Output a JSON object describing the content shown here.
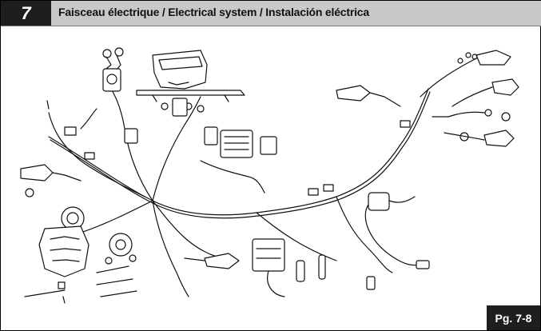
{
  "header": {
    "chapter_number": "7",
    "title": "Faisceau électrique / Electrical system / Instalación eléctrica"
  },
  "footer": {
    "page_number": "Pg. 7-8"
  },
  "diagram": {
    "description_visible": "",
    "icon": "wiring-harness-exploded-view"
  }
}
